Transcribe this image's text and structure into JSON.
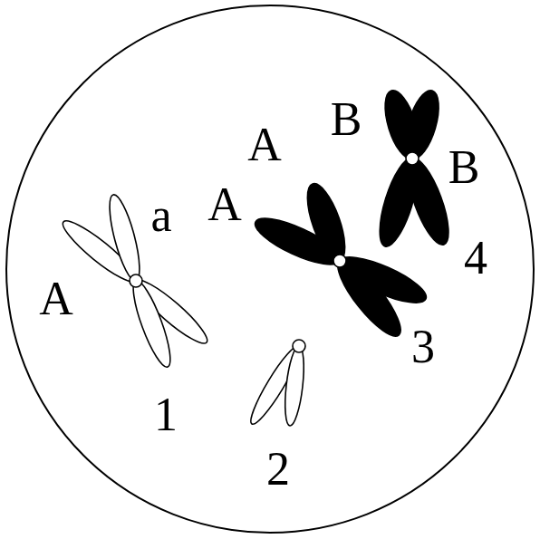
{
  "diagram": {
    "labels": [
      "B",
      "A",
      "B",
      "a",
      "A",
      "4",
      "A",
      "3",
      "1",
      "2"
    ]
  }
}
